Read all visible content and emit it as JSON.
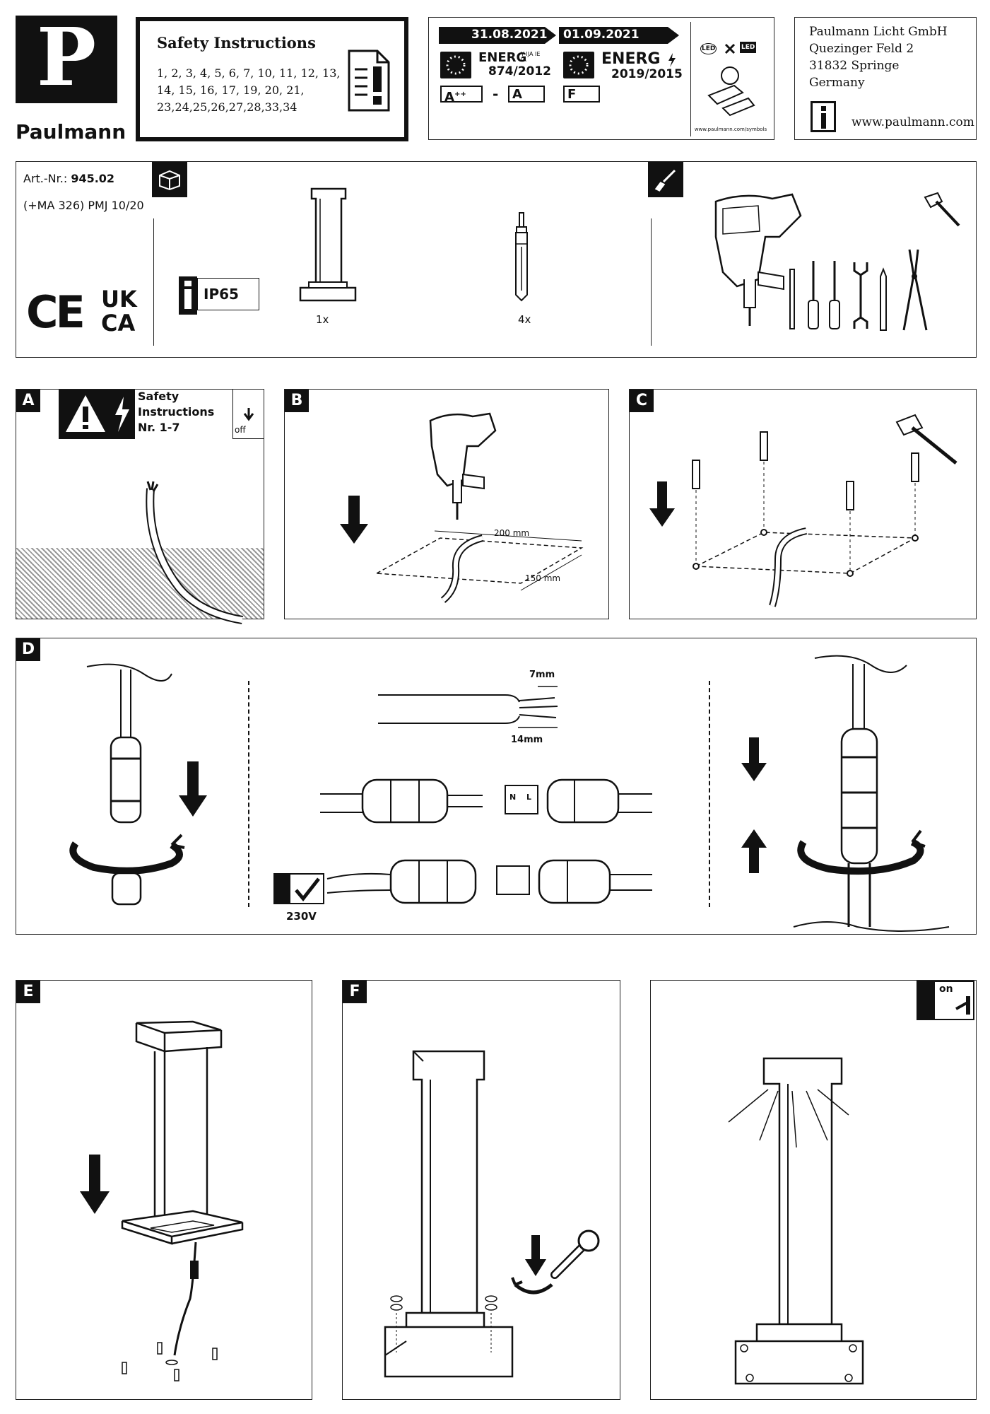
{
  "brand": {
    "name": "Paulmann",
    "logo_letter": "P"
  },
  "safety": {
    "title": "Safety Instructions",
    "line1": "1, 2, 3, 4, 5, 6, 7, 10, 11, 12, 13,",
    "line2": "14, 15, 16, 17, 19, 20, 21,",
    "line3": "23,24,25,26,27,28,33,34"
  },
  "energy": {
    "date_old": "31.08.2021",
    "date_new": "01.09.2021",
    "energ_old": "ENERG",
    "energ_old_suffix": "Y IJA IE IA",
    "reg_old": "874/2012",
    "energ_new": "ENERG",
    "reg_new": "2019/2015",
    "class_old_from": "A",
    "class_old_from_sup": "++",
    "class_dash": "-",
    "class_old_to": "A",
    "class_new": "F",
    "symbols_url": "www.paulmann.com/symbols",
    "led_label": "LED"
  },
  "address": {
    "company": "Paulmann Licht GmbH",
    "street": "Quezinger Feld 2",
    "city": "31832 Springe",
    "country": "Germany",
    "website": "www.paulmann.com"
  },
  "product": {
    "art_label": "Art.-Nr.:",
    "art_number": "945.02",
    "accessory": "(+MA 326) PMJ 10/20",
    "ip_rating": "IP65",
    "qty_lamp": "1x",
    "qty_anchor": "4x",
    "mark_ce": "CE",
    "mark_ukca_top": "UK",
    "mark_ukca_bottom": "CA"
  },
  "steps": {
    "a": {
      "label": "A",
      "safety_line1": "Safety",
      "safety_line2": "Instructions",
      "safety_line3": "Nr. 1-7",
      "off": "off"
    },
    "b": {
      "label": "B",
      "dim_width": "200 mm",
      "dim_depth": "150 mm"
    },
    "c": {
      "label": "C"
    },
    "d": {
      "label": "D",
      "strip_outer": "7mm",
      "strip_inner": "14mm",
      "voltage": "230V",
      "terminal_n": "N",
      "terminal_l": "L"
    },
    "e": {
      "label": "E"
    },
    "f": {
      "label": "F",
      "on": "on"
    }
  }
}
